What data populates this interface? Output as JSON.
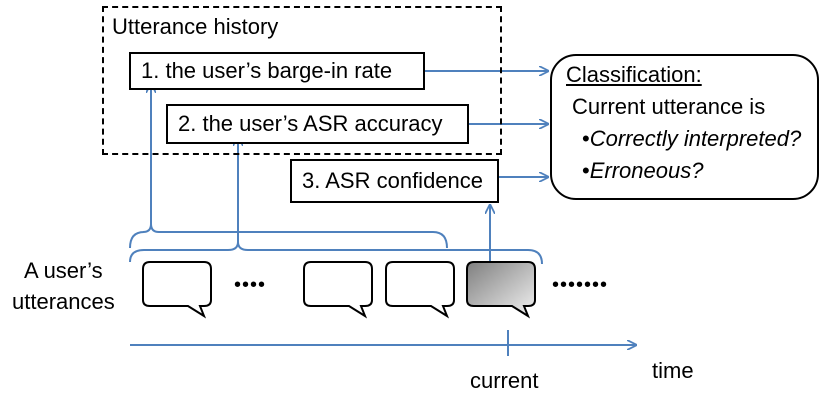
{
  "history_label": "Utterance history",
  "feature1": "1. the user’s barge-in rate",
  "feature2": "2. the user’s ASR accuracy",
  "feature3": "3. ASR confidence",
  "classification": {
    "title": "Classification:",
    "line1": "Current utterance is",
    "opt1": "Correctly interpreted?",
    "opt2": "Erroneous?",
    "bullet": "•"
  },
  "utterances_label_line1": "A user’s",
  "utterances_label_line2": "utterances",
  "ellipsis_short": "••••",
  "ellipsis_long": "•••••••",
  "time_label": "time",
  "current_label": "current",
  "colors": {
    "arrow": "#4f81bd",
    "current_fill_dark": "#7f7f7f",
    "current_fill_light": "#ededed"
  }
}
